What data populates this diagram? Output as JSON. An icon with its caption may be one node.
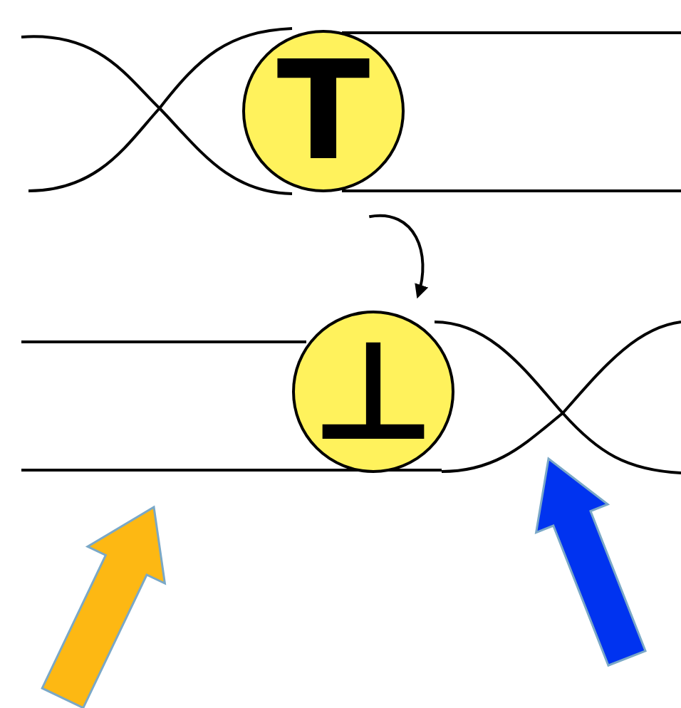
{
  "diagram": {
    "nodes": [
      {
        "text": [
          "T"
        ]
      },
      {
        "text": [
          "⊥"
        ]
      }
    ],
    "edges": [
      {
        "from": 0,
        "to": 1,
        "arrow": "to"
      }
    ]
  }
}
